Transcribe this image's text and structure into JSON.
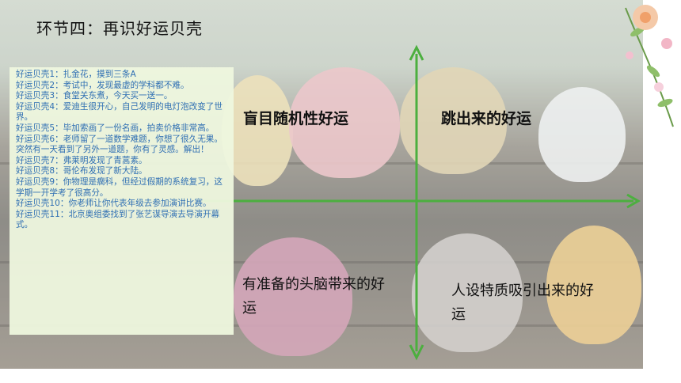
{
  "title": "环节四：再识好运贝壳",
  "lucky_shells": [
    "好运贝壳1：扎金花，摸到三条A",
    "好运贝壳2：考试中，发现最虚的学科都不难。",
    "好运贝壳3：食堂关东煮，今天买一送一。",
    "好运贝壳4：爱迪生很开心，自己发明的电灯泡改变了世界。",
    "好运贝壳5：毕加索画了一份名画，拍卖价格非常高。",
    "好运贝壳6：老师留了一道数学难题，你想了很久无果。突然有一天看到了另外一道题，你有了灵感。解出！",
    "好运贝壳7：弗莱明发现了青蒿素。",
    "好运贝壳8：哥伦布发现了新大陆。",
    "好运贝壳9：你物理是瘸科，但经过假期的系统复习，这学期一开学考了很高分。",
    "好运贝壳10：你老师让你代表年级去参加演讲比赛。",
    "好运贝壳11：北京奥组委找到了张艺谋导演去导演开幕式。"
  ],
  "quadrants": {
    "top_left": "盲目随机性好运",
    "top_right": "跳出来的好运",
    "bottom_left": "有准备的头脑带来的好运",
    "bottom_right": "人设特质吸引出来的好运"
  },
  "colors": {
    "axis": "#4caf3f",
    "list_text": "#2f6fb3",
    "list_bg": "#eef7de"
  }
}
